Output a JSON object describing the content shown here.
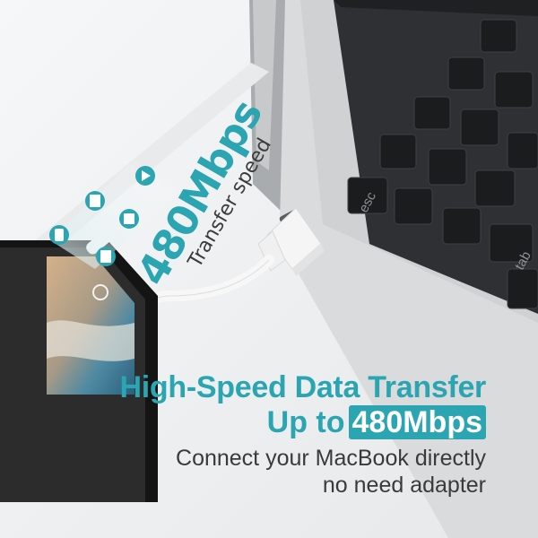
{
  "speed": {
    "value": "480Mbps",
    "caption": "Transfer speed"
  },
  "headline": {
    "title": "High-Speed Data Transfer",
    "subtitle_prefix": "Up to",
    "subtitle_badge": "480Mbps",
    "line1": "Connect your MacBook directly",
    "line2": "no need adapter"
  },
  "keys": {
    "esc": "esc",
    "tab": "tab"
  },
  "colors": {
    "accent": "#2aa5b1",
    "text": "#3a3a3a"
  }
}
